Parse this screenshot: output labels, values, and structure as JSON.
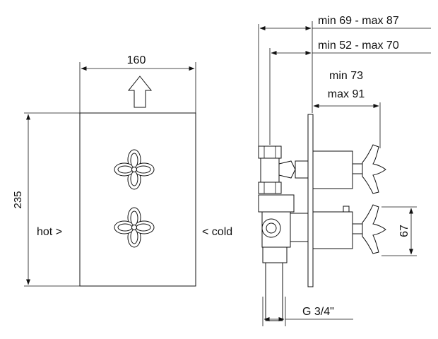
{
  "front_view": {
    "dim_width": "160",
    "dim_height": "235",
    "label_hot": "hot >",
    "label_cold": "< cold"
  },
  "side_view": {
    "dim_overall": "min 69 - max 87",
    "dim_body": "min 52 - max 70",
    "dim_handle_line1": "min 73",
    "dim_handle_line2": "max 91",
    "dim_handle_spacing": "67",
    "dim_connection": "G 3/4\""
  },
  "colors": {
    "line": "#111111",
    "background": "#ffffff"
  }
}
